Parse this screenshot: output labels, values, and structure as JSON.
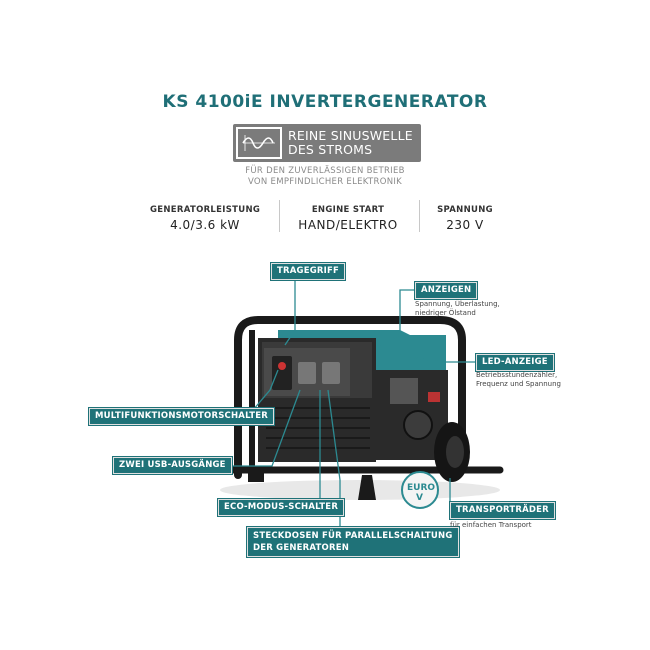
{
  "title": "KS 4100iE INVERTERGENERATOR",
  "sine_box": {
    "line1": "REINE SINUSWELLE",
    "line2": "DES STROMS",
    "icon": "sine-wave-icon"
  },
  "subtitle": {
    "line1": "FÜR DEN ZUVERLÄSSIGEN BETRIEB",
    "line2": "VON EMPFINDLICHER ELEKTRONIK"
  },
  "specs": [
    {
      "label": "GENERATORLEISTUNG",
      "value": "4.0/3.6 kW"
    },
    {
      "label": "ENGINE START",
      "value": "HAND/ELEKTRO"
    },
    {
      "label": "SPANNUNG",
      "value": "230 V"
    }
  ],
  "callouts": {
    "tragegriff": "TRAGEGRIFF",
    "anzeigen": "ANZEIGEN",
    "anzeigen_note1": "Spannung, Überlastung,",
    "anzeigen_note2": "niedriger Ölstand",
    "led": "LED-ANZEIGE",
    "led_note1": "Betriebsstundenzähler,",
    "led_note2": "Frequenz und Spannung",
    "multi": "MULTIFUNKTIONSMOTORSCHALTER",
    "usb": "ZWEI USB-AUSGÄNGE",
    "eco": "ECO-MODUS-SCHALTER",
    "steck1": "STECKDOSEN FÜR PARALLELSCHALTUNG",
    "steck2": "DER GENERATOREN",
    "transport": "TRANSPORTRÄDER",
    "transport_note": "für einfachen Transport"
  },
  "badge": {
    "text": "EURO",
    "sub": "V"
  },
  "colors": {
    "accent": "#1f7278",
    "title": "#1f6f77",
    "box": "#7b7b7b"
  }
}
